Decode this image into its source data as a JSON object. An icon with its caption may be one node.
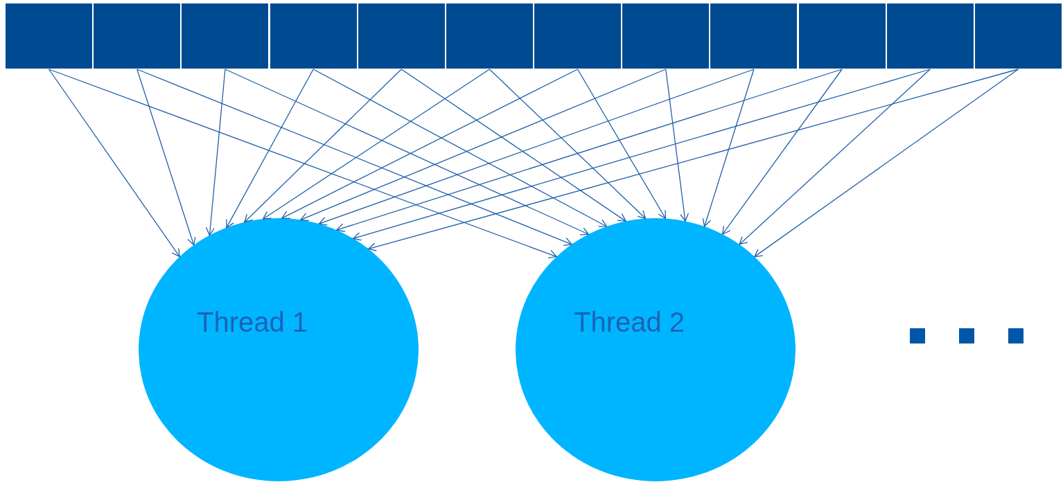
{
  "diagram": {
    "nodes": [
      {
        "text": [],
        "shape": "box"
      },
      {
        "text": [],
        "shape": "box"
      },
      {
        "text": [],
        "shape": "box"
      },
      {
        "text": [],
        "shape": "box"
      },
      {
        "text": [],
        "shape": "box"
      },
      {
        "text": [],
        "shape": "box"
      },
      {
        "text": [],
        "shape": "box"
      },
      {
        "text": [],
        "shape": "box"
      },
      {
        "text": [],
        "shape": "box"
      },
      {
        "text": [],
        "shape": "box"
      },
      {
        "text": [],
        "shape": "box"
      },
      {
        "text": [],
        "shape": "box"
      },
      {
        "text": [
          "Thread 1"
        ]
      },
      {
        "text": [
          "Thread 2"
        ]
      }
    ],
    "edges": [
      {
        "from": 0,
        "to": 12,
        "arrow": "to"
      },
      {
        "from": 0,
        "to": 13,
        "arrow": "to"
      },
      {
        "from": 1,
        "to": 12,
        "arrow": "to"
      },
      {
        "from": 1,
        "to": 13,
        "arrow": "to"
      },
      {
        "from": 2,
        "to": 12,
        "arrow": "to"
      },
      {
        "from": 2,
        "to": 13,
        "arrow": "to"
      },
      {
        "from": 3,
        "to": 12,
        "arrow": "to"
      },
      {
        "from": 3,
        "to": 13,
        "arrow": "to"
      },
      {
        "from": 4,
        "to": 12,
        "arrow": "to"
      },
      {
        "from": 4,
        "to": 13,
        "arrow": "to"
      },
      {
        "from": 5,
        "to": 12,
        "arrow": "to"
      },
      {
        "from": 5,
        "to": 13,
        "arrow": "to"
      },
      {
        "from": 6,
        "to": 12,
        "arrow": "to"
      },
      {
        "from": 6,
        "to": 13,
        "arrow": "to"
      },
      {
        "from": 7,
        "to": 12,
        "arrow": "to"
      },
      {
        "from": 7,
        "to": 13,
        "arrow": "to"
      },
      {
        "from": 8,
        "to": 12,
        "arrow": "to"
      },
      {
        "from": 8,
        "to": 13,
        "arrow": "to"
      },
      {
        "from": 9,
        "to": 12,
        "arrow": "to"
      },
      {
        "from": 9,
        "to": 13,
        "arrow": "to"
      },
      {
        "from": 10,
        "to": 12,
        "arrow": "to"
      },
      {
        "from": 10,
        "to": 13,
        "arrow": "to"
      },
      {
        "from": 11,
        "to": 12,
        "arrow": "to"
      },
      {
        "from": 11,
        "to": 13,
        "arrow": "to"
      }
    ]
  }
}
